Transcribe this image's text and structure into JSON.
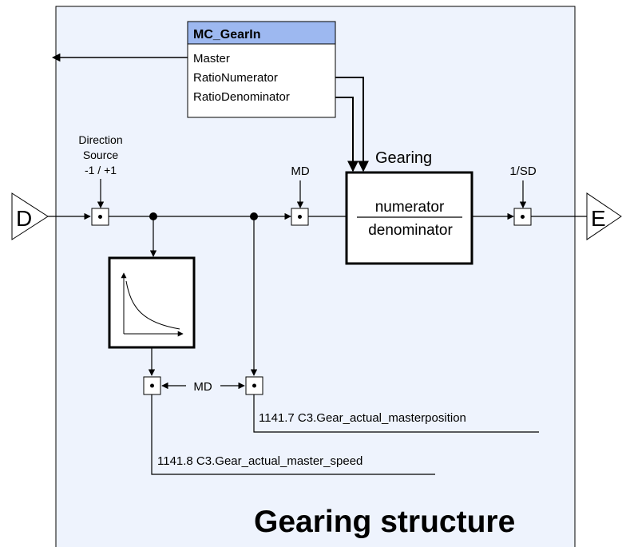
{
  "function_block": {
    "name": "MC_GearIn",
    "inputs": [
      "Master",
      "RatioNumerator",
      "RatioDenominator"
    ],
    "header_color": "#9db8f0"
  },
  "direction_source": [
    "Direction",
    "Source",
    "-1 / +1"
  ],
  "input_port": "D",
  "output_port": "E",
  "md_label": "MD",
  "sd_label": "1/SD",
  "gearing": {
    "title": "Gearing",
    "numerator": "numerator",
    "denominator": "denominator"
  },
  "md_between_label": "MD",
  "param_masterposition": "1141.7 C3.Gear_actual_masterposition",
  "param_master_speed": "1141.8 C3.Gear_actual_master_speed",
  "caption": "Gearing structure",
  "colors": {
    "panel_background": "#eef3fd",
    "block_header": "#9db8f0"
  },
  "icons": {
    "filter": "exponential-decay-curve-icon",
    "multiplier": "dot-multiplier-icon"
  }
}
